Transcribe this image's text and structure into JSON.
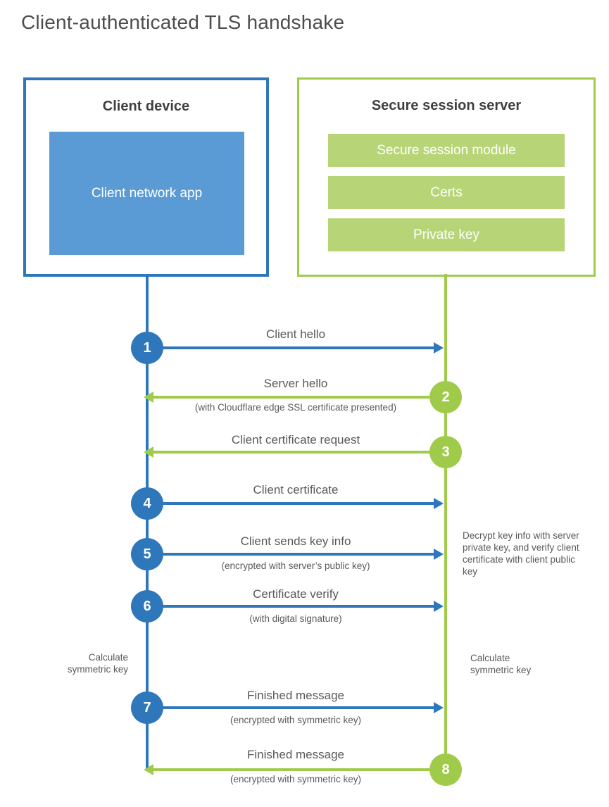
{
  "title": "Client-authenticated TLS handshake",
  "colors": {
    "client_stroke": "#2e77bb",
    "client_fill": "#5b9bd5",
    "server_stroke": "#a0cb4a",
    "server_fill": "#b7d577",
    "heading_text": "#3f3f3f",
    "label_text": "#595959"
  },
  "client": {
    "heading": "Client device",
    "app_label": "Client network app"
  },
  "server": {
    "heading": "Secure session server",
    "modules": [
      "Secure session module",
      "Certs",
      "Private key"
    ]
  },
  "steps": [
    {
      "num": "1",
      "label": "Client hello",
      "sub": "",
      "from": "client",
      "to": "server"
    },
    {
      "num": "2",
      "label": "Server hello",
      "sub": "(with Cloudflare edge SSL certificate presented)",
      "from": "server",
      "to": "client"
    },
    {
      "num": "3",
      "label": "Client certificate request",
      "sub": "",
      "from": "server",
      "to": "client"
    },
    {
      "num": "4",
      "label": "Client certificate",
      "sub": "",
      "from": "client",
      "to": "server"
    },
    {
      "num": "5",
      "label": "Client sends key info",
      "sub": "(encrypted with server’s public key)",
      "from": "client",
      "to": "server"
    },
    {
      "num": "6",
      "label": "Certificate verify",
      "sub": "(with digital signature)",
      "from": "client",
      "to": "server"
    },
    {
      "num": "7",
      "label": "Finished message",
      "sub": "(encrypted with symmetric key)",
      "from": "client",
      "to": "server"
    },
    {
      "num": "8",
      "label": "Finished message",
      "sub": "(encrypted with symmetric key)",
      "from": "server",
      "to": "client"
    }
  ],
  "notes": {
    "client_calculate": "Calculate\nsymmetric key",
    "server_decrypt": "Decrypt key info with server private key, and verify client certificate with client public key",
    "server_calculate": "Calculate\nsymmetric key"
  }
}
